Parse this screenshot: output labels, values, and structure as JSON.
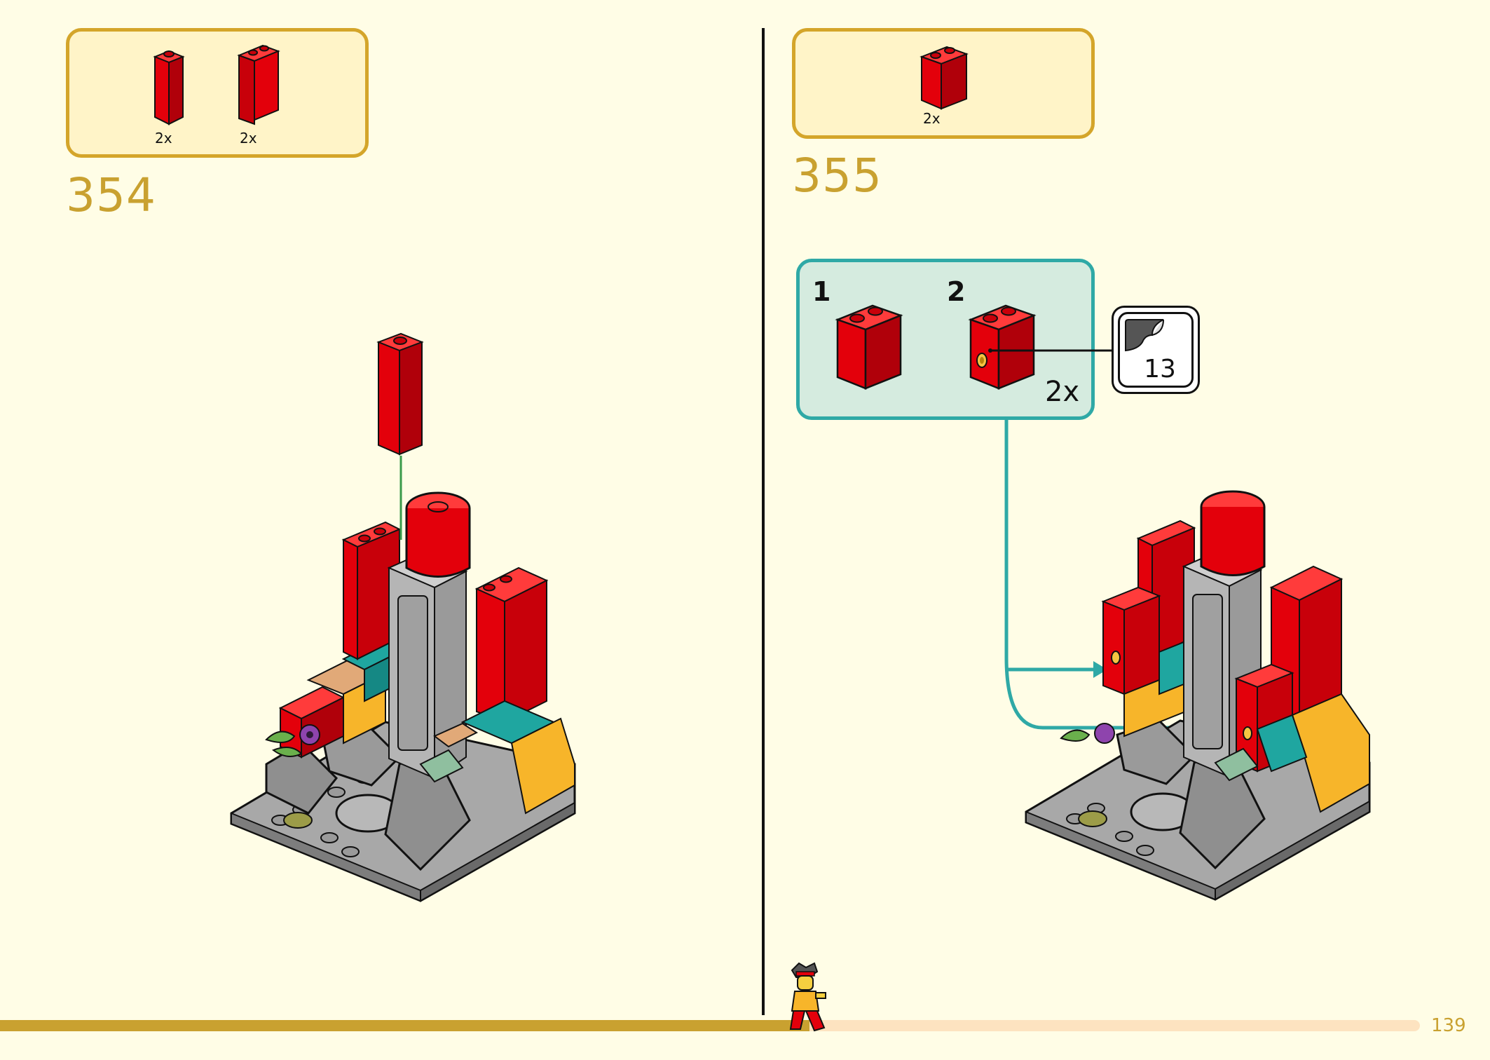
{
  "page_number": "139",
  "steps": [
    {
      "number": "354",
      "parts": [
        {
          "name": "red-brick-1x1x3",
          "qty": "2x"
        },
        {
          "name": "red-panel-1x2x3",
          "qty": "2x"
        }
      ]
    },
    {
      "number": "355",
      "parts": [
        {
          "name": "red-brick-1x2x2",
          "qty": "2x"
        }
      ],
      "subassembly": {
        "substep_1": "1",
        "substep_2": "2",
        "qty": "2x",
        "sticker_number": "13"
      }
    }
  ],
  "progress": {
    "fraction": 0.57
  },
  "colors": {
    "background": "#fffde6",
    "parts_box_border": "#d4a52a",
    "parts_box_fill": "#fff4c8",
    "step_number": "#c9a130",
    "subassembly_border": "#2fa9a6",
    "subassembly_fill": "#d5ebdf",
    "brick_red": "#e3000b",
    "progress_done": "#c9a130",
    "progress_todo": "#fde3c0"
  }
}
